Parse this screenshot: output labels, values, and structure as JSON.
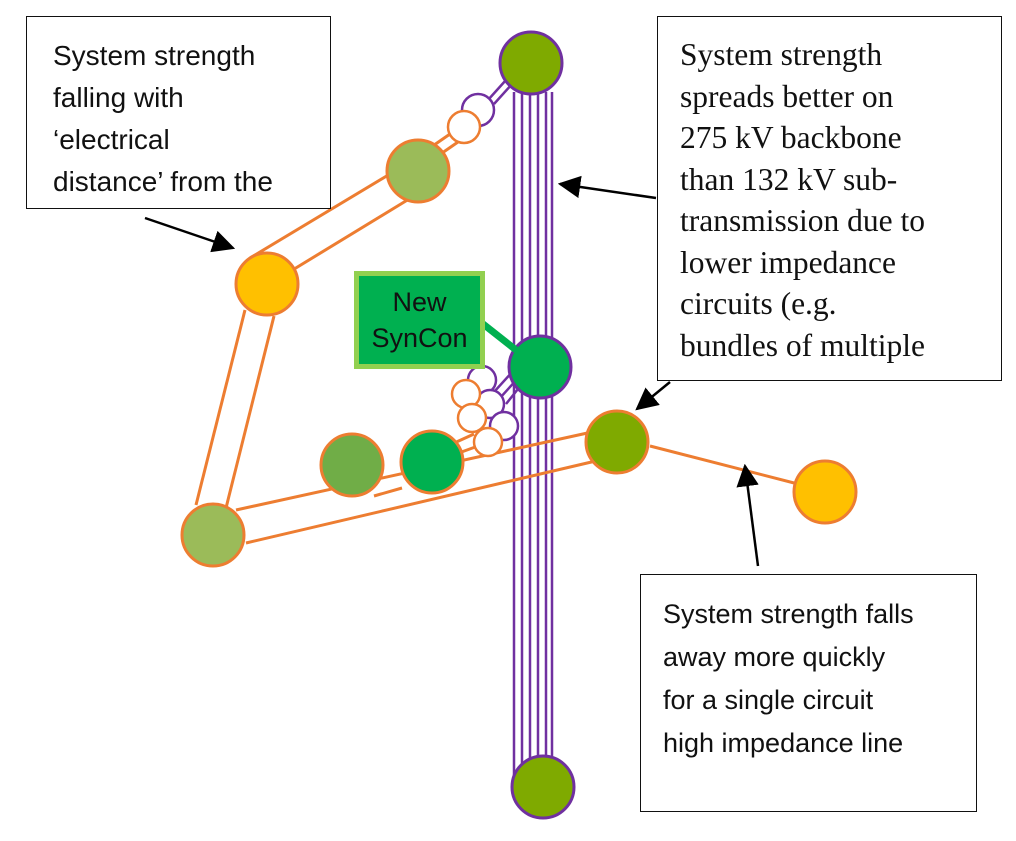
{
  "annotations": {
    "left": {
      "lines": [
        "System strength",
        "falling with",
        "‘electrical",
        "distance’ from the"
      ]
    },
    "right": {
      "lines": [
        "System strength",
        "spreads better on",
        "275 kV backbone",
        "than 132 kV sub-",
        "transmission due to",
        "lower impedance",
        "circuits (e.g.",
        "bundles of multiple"
      ]
    },
    "bottom": {
      "lines": [
        "System strength falls",
        "away more quickly",
        "for a single circuit",
        "high impedance line"
      ]
    }
  },
  "syncon_label": {
    "lines": [
      "New",
      "SynCon"
    ]
  },
  "colors": {
    "line_132kv": "#ed7d31",
    "line_275kv": "#7030a0",
    "node_green_dark": "#00b050",
    "node_green_olive": "#7faa00",
    "node_green_mid": "#70ad47",
    "node_green_light": "#9bbb59",
    "node_yellow": "#ffc000",
    "syncon_fill": "#00b050",
    "syncon_border": "#92d050",
    "arrow": "#000000"
  }
}
